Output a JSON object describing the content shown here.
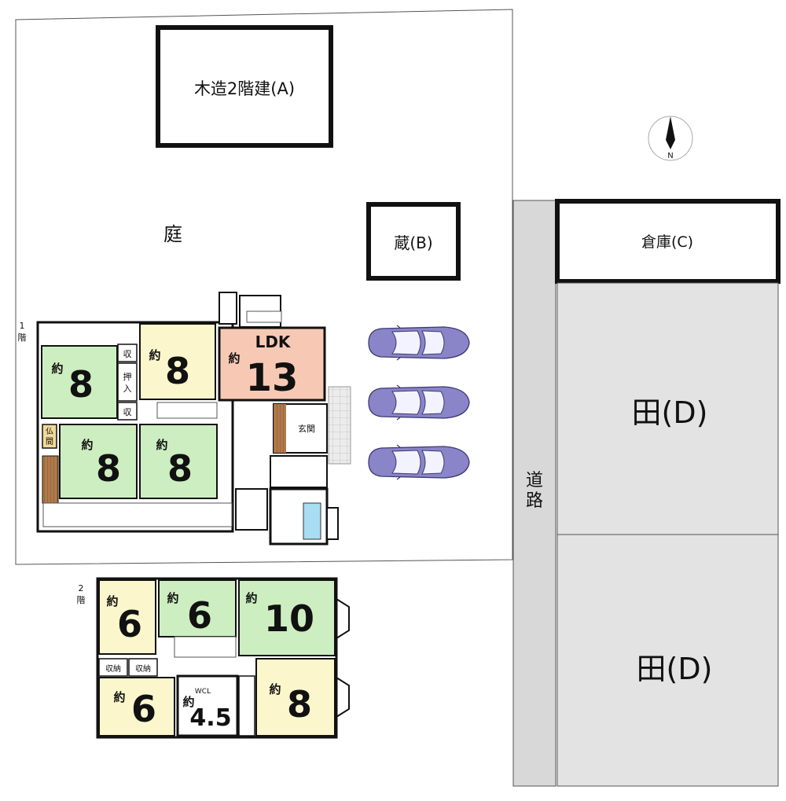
{
  "site": {
    "building_a": "木造2階建(A)",
    "garden": "庭",
    "storehouse_b": "蔵(B)",
    "warehouse_c": "倉庫(C)",
    "field_d_1": "田(D)",
    "field_d_2": "田(D)",
    "road": [
      "道",
      "路"
    ],
    "compass": "N"
  },
  "floor1": {
    "label": [
      "1",
      "階"
    ],
    "approx": "約",
    "ldk_label": "LDK",
    "ldk_size": "13",
    "room_a_size": "8",
    "room_b_size": "8",
    "room_c_size": "8",
    "room_d_size": "8",
    "closet_1": "収",
    "closet_2": "収",
    "oshiire": [
      "押",
      "入"
    ],
    "butsuma": [
      "仏",
      "間"
    ],
    "genkan": "玄関"
  },
  "floor2": {
    "label": [
      "2",
      "階"
    ],
    "approx": "約",
    "room_a_size": "6",
    "room_b_size": "6",
    "room_c_size": "10",
    "room_d_size": "6",
    "room_e_size": "4.5",
    "room_f_size": "8",
    "storage_1": "収納",
    "storage_2": "収納",
    "wcl": "WCL"
  },
  "colors": {
    "tatami": "#cdeec0",
    "flooring": "#fbf6cc",
    "ldk": "#f7c9b4",
    "field": "#e3e3e3",
    "road": "#d8d8d8",
    "car": "#8a84c9",
    "wall": "#111111"
  }
}
